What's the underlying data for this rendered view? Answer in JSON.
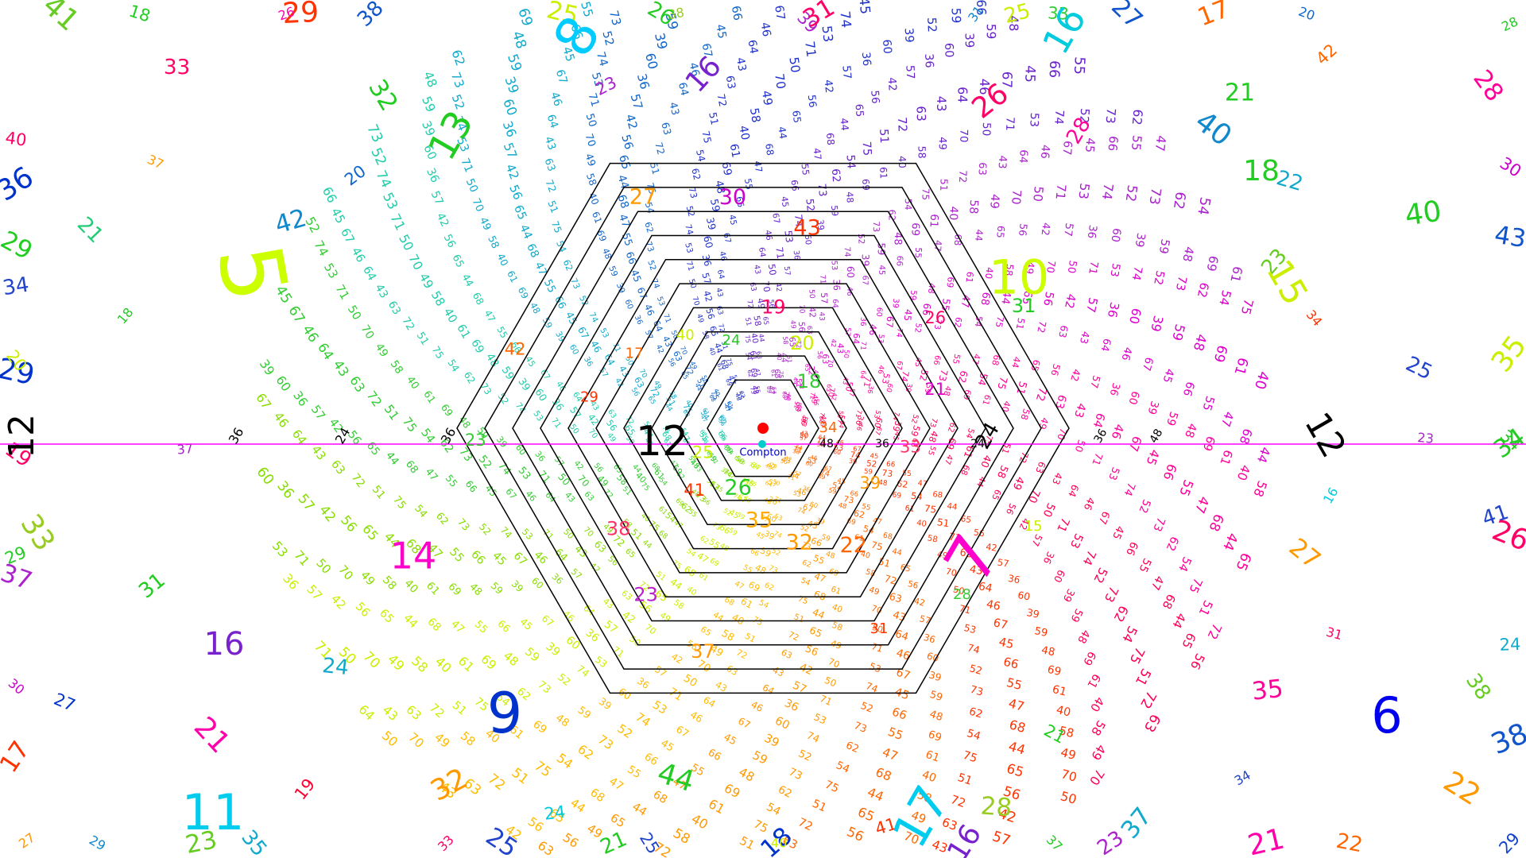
{
  "diagram": {
    "background": "#ffffff",
    "axis_color": "#ff00ff",
    "hexagon_color": "#000000",
    "hexagon_count": 10,
    "center_marker_color": "#ff0000",
    "origin_marker_color": "#00cccc",
    "origin_label": "Compton",
    "origin_label_color": "#0000cc",
    "axis_labels_left": [
      "12",
      "36",
      "24",
      "36"
    ],
    "axis_labels_right": [
      "24",
      "36",
      "48",
      "12"
    ],
    "inner_axis_labels": [
      "12",
      "48",
      "36",
      "24"
    ],
    "major_labels": [
      {
        "text": "8",
        "color": "#00ccff"
      },
      {
        "text": "13",
        "color": "#22cc22"
      },
      {
        "text": "5",
        "color": "#ccff00"
      },
      {
        "text": "16",
        "color": "#00ccdd"
      },
      {
        "text": "10",
        "color": "#ccff00"
      },
      {
        "text": "12",
        "color": "#000000"
      },
      {
        "text": "12",
        "color": "#000000"
      },
      {
        "text": "12",
        "color": "#000000"
      },
      {
        "text": "14",
        "color": "#ff00cc"
      },
      {
        "text": "9",
        "color": "#0033cc"
      },
      {
        "text": "7",
        "color": "#ff00cc"
      },
      {
        "text": "6",
        "color": "#0000ee"
      },
      {
        "text": "11",
        "color": "#00ccee"
      },
      {
        "text": "17",
        "color": "#00ccee"
      },
      {
        "text": "16",
        "color": "#7722cc"
      },
      {
        "text": "15",
        "color": "#ccee00"
      },
      {
        "text": "18",
        "color": "#22cc22"
      },
      {
        "text": "21",
        "color": "#22cc22"
      }
    ],
    "ring_labels": [
      {
        "text": "34",
        "color": "#ff6600"
      },
      {
        "text": "41",
        "color": "#ff3300"
      },
      {
        "text": "19",
        "color": "#ff0066"
      },
      {
        "text": "22",
        "color": "#ff6600"
      },
      {
        "text": "29",
        "color": "#ff3300"
      },
      {
        "text": "26",
        "color": "#ff0066"
      },
      {
        "text": "37",
        "color": "#ff9900"
      },
      {
        "text": "27",
        "color": "#ff9900"
      },
      {
        "text": "15",
        "color": "#ccee00"
      },
      {
        "text": "25",
        "color": "#ccee00"
      },
      {
        "text": "20",
        "color": "#ccee00"
      },
      {
        "text": "32",
        "color": "#ff9900"
      },
      {
        "text": "17",
        "color": "#ff6600"
      },
      {
        "text": "21",
        "color": "#dd00cc"
      },
      {
        "text": "23",
        "color": "#bb22cc"
      },
      {
        "text": "30",
        "color": "#cc00cc"
      },
      {
        "text": "28",
        "color": "#33cc33"
      },
      {
        "text": "23",
        "color": "#33cc33"
      },
      {
        "text": "18",
        "color": "#33cc33"
      },
      {
        "text": "35",
        "color": "#ffaa00"
      },
      {
        "text": "40",
        "color": "#ccee00"
      },
      {
        "text": "33",
        "color": "#ff3366"
      },
      {
        "text": "38",
        "color": "#ff3366"
      },
      {
        "text": "43",
        "color": "#ff3300"
      },
      {
        "text": "31",
        "color": "#ff3300"
      },
      {
        "text": "42",
        "color": "#ff6600"
      },
      {
        "text": "31",
        "color": "#22cc22"
      },
      {
        "text": "26",
        "color": "#22cc22"
      },
      {
        "text": "24",
        "color": "#22cc22"
      },
      {
        "text": "39",
        "color": "#ff9900"
      }
    ],
    "outer_labels": [
      {
        "text": "16",
        "color": "#00ccdd"
      },
      {
        "text": "24",
        "color": "#00ccdd"
      },
      {
        "text": "21",
        "color": "#22cc77"
      },
      {
        "text": "17",
        "color": "#ff6600"
      },
      {
        "text": "22",
        "color": "#ff9900"
      },
      {
        "text": "27",
        "color": "#ff9900"
      },
      {
        "text": "18",
        "color": "#22cc22"
      },
      {
        "text": "23",
        "color": "#66cc22"
      },
      {
        "text": "28",
        "color": "#99cc22"
      },
      {
        "text": "33",
        "color": "#99cc22"
      },
      {
        "text": "38",
        "color": "#99cc22"
      },
      {
        "text": "34",
        "color": "#22cc22"
      },
      {
        "text": "21",
        "color": "#22cc22"
      },
      {
        "text": "29",
        "color": "#22cc22"
      },
      {
        "text": "26",
        "color": "#ff0066"
      },
      {
        "text": "31",
        "color": "#ff0066"
      },
      {
        "text": "19",
        "color": "#ff0033"
      },
      {
        "text": "33",
        "color": "#ff0066"
      },
      {
        "text": "28",
        "color": "#ff0099"
      },
      {
        "text": "21",
        "color": "#ff00aa"
      },
      {
        "text": "30",
        "color": "#cc00cc"
      },
      {
        "text": "23",
        "color": "#aa22cc"
      },
      {
        "text": "25",
        "color": "#2244cc"
      },
      {
        "text": "18",
        "color": "#0033cc"
      },
      {
        "text": "29",
        "color": "#0033cc"
      },
      {
        "text": "31",
        "color": "#1188cc"
      },
      {
        "text": "24",
        "color": "#11aacc"
      },
      {
        "text": "35",
        "color": "#11aacc"
      },
      {
        "text": "42",
        "color": "#1188cc"
      },
      {
        "text": "40",
        "color": "#1188cc"
      },
      {
        "text": "34",
        "color": "#2244cc"
      },
      {
        "text": "27",
        "color": "#0033cc"
      },
      {
        "text": "38",
        "color": "#1155cc"
      },
      {
        "text": "43",
        "color": "#1155cc"
      },
      {
        "text": "16",
        "color": "#7722cc"
      },
      {
        "text": "37",
        "color": "#aa22cc"
      },
      {
        "text": "39",
        "color": "#aa22cc"
      },
      {
        "text": "41",
        "color": "#2244cc"
      },
      {
        "text": "25",
        "color": "#2244cc"
      },
      {
        "text": "36",
        "color": "#0033cc"
      },
      {
        "text": "20",
        "color": "#1166cc"
      },
      {
        "text": "29",
        "color": "#1144cc"
      },
      {
        "text": "24",
        "color": "#11aacc"
      },
      {
        "text": "32",
        "color": "#22cc22"
      },
      {
        "text": "40",
        "color": "#22cc22"
      },
      {
        "text": "37",
        "color": "#22cc22"
      },
      {
        "text": "29",
        "color": "#22cc22"
      },
      {
        "text": "26",
        "color": "#22cc22"
      },
      {
        "text": "34",
        "color": "#22cc22"
      },
      {
        "text": "44",
        "color": "#22cc22"
      },
      {
        "text": "18",
        "color": "#22cc22"
      },
      {
        "text": "33",
        "color": "#33cc33"
      },
      {
        "text": "38",
        "color": "#66cc22"
      },
      {
        "text": "23",
        "color": "#66cc22"
      },
      {
        "text": "41",
        "color": "#66cc22"
      },
      {
        "text": "28",
        "color": "#22cc22"
      },
      {
        "text": "21",
        "color": "#22cc22"
      },
      {
        "text": "31",
        "color": "#22cc22"
      },
      {
        "text": "25",
        "color": "#ccee00"
      },
      {
        "text": "35",
        "color": "#ccee00"
      },
      {
        "text": "40",
        "color": "#ccee00"
      },
      {
        "text": "20",
        "color": "#ccee00"
      },
      {
        "text": "25",
        "color": "#ccee00"
      },
      {
        "text": "27",
        "color": "#ff9900"
      },
      {
        "text": "32",
        "color": "#ff9900"
      },
      {
        "text": "37",
        "color": "#ff9900"
      },
      {
        "text": "42",
        "color": "#ff6600"
      },
      {
        "text": "22",
        "color": "#ff6600"
      },
      {
        "text": "17",
        "color": "#ff3300"
      },
      {
        "text": "29",
        "color": "#ff3300"
      },
      {
        "text": "34",
        "color": "#ff3300"
      },
      {
        "text": "41",
        "color": "#ff3300"
      },
      {
        "text": "19",
        "color": "#ff0066"
      },
      {
        "text": "31",
        "color": "#ff0066"
      },
      {
        "text": "26",
        "color": "#ff0066"
      },
      {
        "text": "33",
        "color": "#ff0066"
      },
      {
        "text": "40",
        "color": "#ff0066"
      },
      {
        "text": "28",
        "color": "#ff0099"
      },
      {
        "text": "35",
        "color": "#ff0099"
      },
      {
        "text": "21",
        "color": "#ff00aa"
      },
      {
        "text": "26",
        "color": "#ff00aa"
      },
      {
        "text": "30",
        "color": "#cc00cc"
      },
      {
        "text": "23",
        "color": "#aa22cc"
      },
      {
        "text": "37",
        "color": "#aa22cc"
      },
      {
        "text": "16",
        "color": "#7722cc"
      },
      {
        "text": "23",
        "color": "#aa22cc"
      },
      {
        "text": "25",
        "color": "#2244cc"
      },
      {
        "text": "34",
        "color": "#2244cc"
      },
      {
        "text": "27",
        "color": "#1155cc"
      },
      {
        "text": "38",
        "color": "#1155cc"
      },
      {
        "text": "29",
        "color": "#1188cc"
      },
      {
        "text": "20",
        "color": "#1166cc"
      },
      {
        "text": "22",
        "color": "#11aacc"
      },
      {
        "text": "37",
        "color": "#11aacc"
      }
    ],
    "petal_colors": [
      "#ff3300",
      "#ff6600",
      "#ff9900",
      "#ffbb00",
      "#ccee00",
      "#88dd00",
      "#33cc33",
      "#22ccaa",
      "#11aacc",
      "#1166cc",
      "#2233cc",
      "#6622cc",
      "#aa22cc",
      "#dd00cc",
      "#ff0099",
      "#ff0055"
    ],
    "petal_numbers": [
      "43",
      "50",
      "57",
      "64",
      "71",
      "36",
      "46",
      "53",
      "60",
      "67",
      "74",
      "39",
      "45",
      "52",
      "59",
      "66",
      "73",
      "48",
      "55",
      "62",
      "69",
      "47",
      "54",
      "61",
      "68",
      "75",
      "40",
      "44",
      "51",
      "58",
      "65",
      "72",
      "49",
      "56",
      "63",
      "70",
      "42"
    ]
  }
}
